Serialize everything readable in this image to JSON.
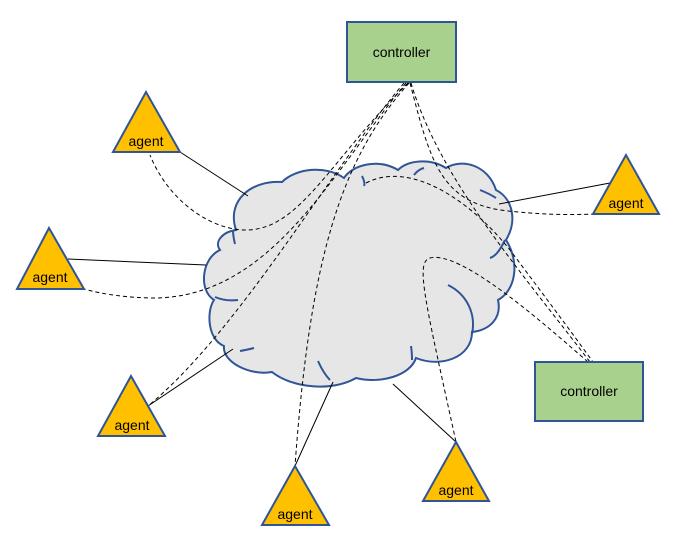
{
  "diagram": {
    "type": "network-topology",
    "colors": {
      "controller_fill": "#a9d18e",
      "controller_stroke": "#2f5597",
      "agent_fill": "#ffc000",
      "agent_stroke": "#2f5597",
      "cloud_fill": "#e7e6e6",
      "cloud_stroke": "#2f5597",
      "link": "#000000"
    },
    "cloud": {
      "name": "network",
      "label": ""
    },
    "controllers": [
      {
        "id": "controller-top",
        "label": "controller"
      },
      {
        "id": "controller-right",
        "label": "controller"
      }
    ],
    "agents": [
      {
        "id": "agent-1",
        "label": "agent"
      },
      {
        "id": "agent-2",
        "label": "agent"
      },
      {
        "id": "agent-3",
        "label": "agent"
      },
      {
        "id": "agent-4",
        "label": "agent"
      },
      {
        "id": "agent-5",
        "label": "agent"
      },
      {
        "id": "agent-6",
        "label": "agent"
      }
    ],
    "links": {
      "solid": [
        {
          "from": "agent-1",
          "to": "cloud"
        },
        {
          "from": "agent-2",
          "to": "cloud"
        },
        {
          "from": "agent-3",
          "to": "cloud"
        },
        {
          "from": "agent-4",
          "to": "cloud"
        },
        {
          "from": "agent-5",
          "to": "cloud"
        },
        {
          "from": "agent-6",
          "to": "cloud"
        }
      ],
      "dashed": [
        {
          "from": "controller-top",
          "to": "agent-1"
        },
        {
          "from": "controller-top",
          "to": "agent-2"
        },
        {
          "from": "controller-top",
          "to": "agent-3"
        },
        {
          "from": "controller-top",
          "to": "agent-4"
        },
        {
          "from": "controller-top",
          "to": "agent-6"
        },
        {
          "from": "controller-top",
          "to": "controller-right"
        },
        {
          "from": "controller-right",
          "to": "agent-5"
        }
      ]
    }
  }
}
